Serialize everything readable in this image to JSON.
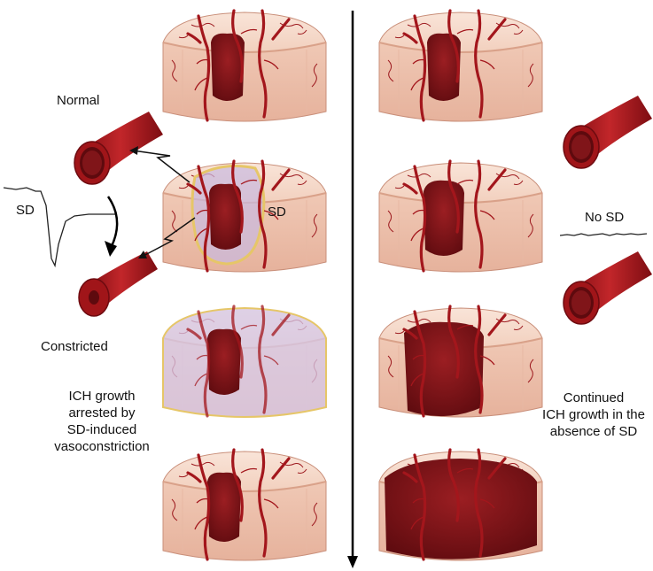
{
  "labels": {
    "normal": "Normal",
    "sd_trace": "SD",
    "sd_block": "SD",
    "constricted": "Constricted",
    "left_caption": [
      "ICH growth",
      "arrested by",
      "SD-induced",
      "vasoconstriction"
    ],
    "no_sd": "No SD",
    "right_caption": [
      "Continued",
      "ICH growth in the",
      "absence of SD"
    ]
  },
  "colors": {
    "tissue_top": "#f6dccd",
    "tissue_side": "#eec1ac",
    "tissue_edge": "#c98f7a",
    "vessel": "#a3161c",
    "vessel_dark": "#6e0b10",
    "hematoma": "#7a1418",
    "sd_wave": "#c9b9df",
    "sd_border": "#e6c668",
    "timeline": "#000000"
  }
}
